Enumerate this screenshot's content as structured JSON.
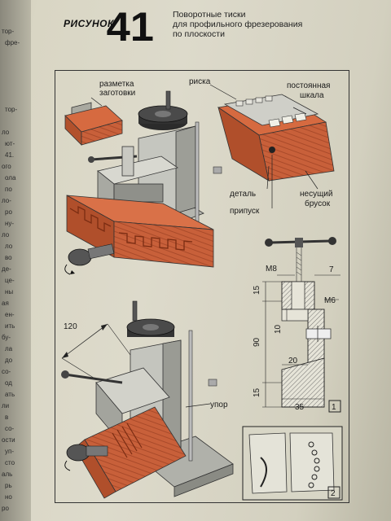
{
  "header": {
    "label": "РИСУНОК",
    "number": "41",
    "title_lines": [
      "Поворотные тиски",
      "для профильного фрезерования",
      "по плоскости"
    ]
  },
  "callouts": {
    "marking": [
      "разметка",
      "заготовки"
    ],
    "scribe": "риска",
    "scale": [
      "постоянная",
      "шкала"
    ],
    "part": "деталь",
    "allowance": "припуск",
    "bar": [
      "несущий",
      "брусок"
    ],
    "stop": "упор",
    "angle": "120"
  },
  "dimensions": {
    "m8": "М8",
    "d7": "7",
    "m6": "М6",
    "d15a": "15",
    "d10": "10",
    "d90": "90",
    "d20": "20",
    "d15b": "15",
    "d35": "35"
  },
  "figures": {
    "fig1": "1",
    "fig2": "2"
  },
  "left_text": [
    "тор-",
    "фре-",
    "тор-",
    "ло",
    "ют-",
    "41.",
    "ого",
    "ола",
    "по",
    "ло-",
    "ро",
    "ну-",
    "ло",
    "ло",
    "во",
    "де-",
    "це-",
    "ны",
    "ая",
    "ен-",
    "ить",
    "бу-",
    "ла",
    "до",
    "со-",
    "од",
    "ать",
    "ли",
    "в",
    "со-",
    "ости",
    "уп-",
    "сто",
    "аль",
    "рь",
    "но",
    "ро"
  ]
}
